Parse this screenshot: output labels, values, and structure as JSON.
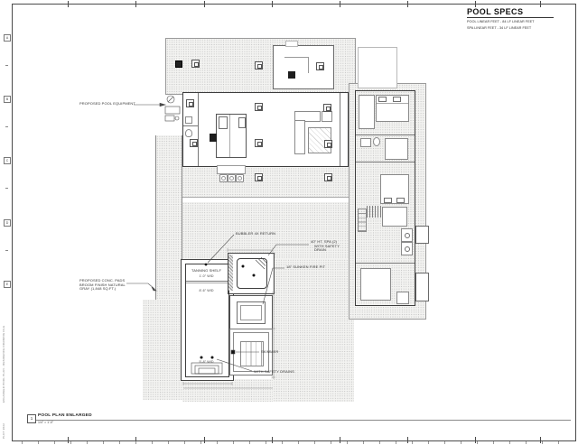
{
  "colors": {
    "ink": "#2f2f2f",
    "stipple_dot": "#bfbfbf",
    "paper": "#ffffff"
  },
  "pool_specs": {
    "title": "POOL SPECS",
    "line1": "POOL LINEAR FEET - 84 LF LINEAR FEET",
    "line2": "SPA LINEAR FEET - 34 LF LINEAR FEET"
  },
  "title_block": {
    "detail_number": "1",
    "title": "POOL PLAN ENLARGED",
    "scale": "1/4\" = 1'-0\""
  },
  "annotations": {
    "pool_equipment": "PROPOSED POOL EQUIPMENT",
    "bubbler": "BUBBLER 4X RETURN",
    "tanning_shelf": "TANNING SHELF",
    "tanning_shelf_dim": "1'-0\" WID",
    "pool_width_dim": "8'-6\" WID",
    "drain_spacing_dim": "5'-8\" WID",
    "spa_note_l1": "40\" HT. SPA (2)",
    "spa_note_l2": "WITH SAFETY",
    "spa_note_l3": "DRAIN",
    "fire_pit": "18\" SUNKEN FIRE PIT",
    "conc_pads_l1": "PROPOSED CONC. PADS",
    "conc_pads_l2": "BROOM FINISH NATURAL",
    "conc_pads_l3": "GRAY (1,848 SQ.FT.)",
    "skimmer": "SKIMMER",
    "safety_drains": "WITH SAFETY DRAINS"
  },
  "grid": {
    "left_letters": [
      "A",
      "B",
      "C",
      "D",
      "E"
    ]
  },
  "stamps": {
    "side_stamp": "ENLARGED POOL PLAN - RESIDENCE DRAWING FILE",
    "date_stamp": "PLOT 2022"
  }
}
